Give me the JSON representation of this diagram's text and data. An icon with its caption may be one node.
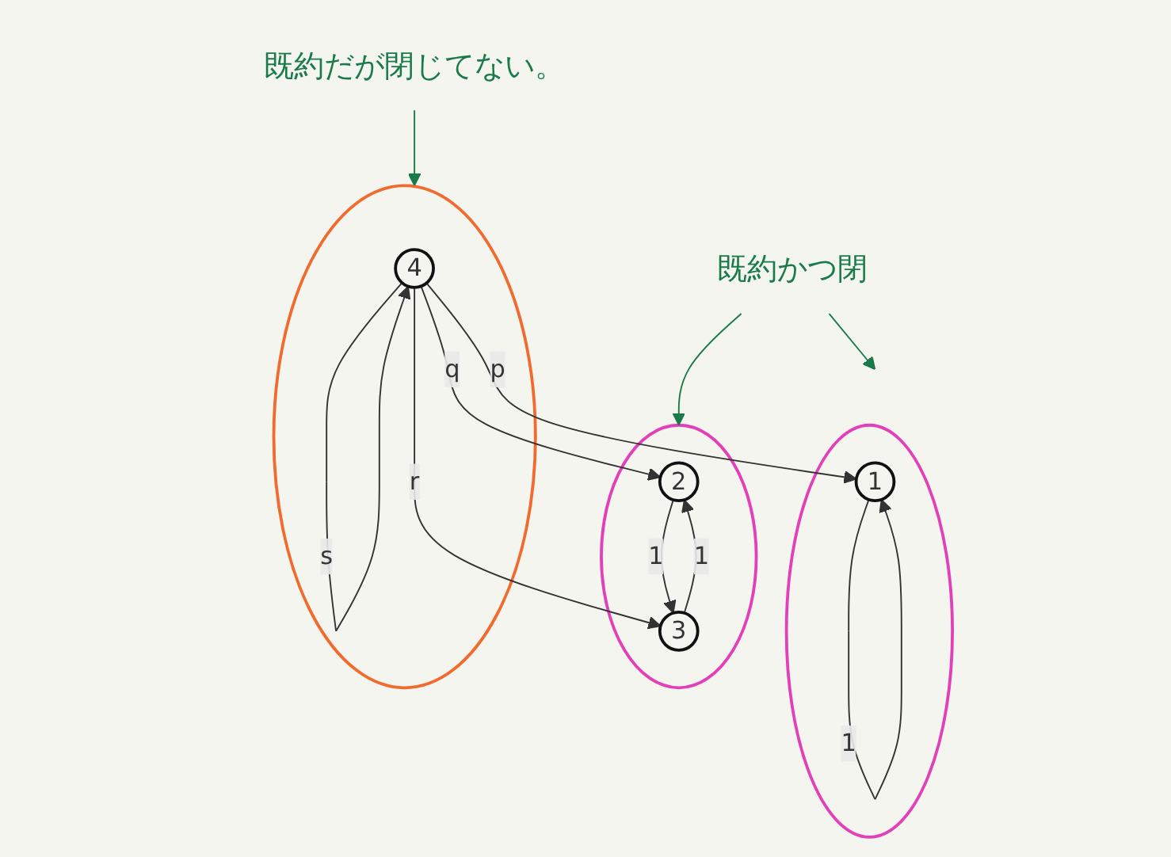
{
  "diagram": {
    "nodes": [
      {
        "text": [],
        "shape": "circle"
      },
      {
        "text": [
          "1"
        ],
        "in": 0
      },
      {
        "text": [],
        "shape": "circle"
      },
      {
        "text": [
          "2"
        ],
        "in": 2
      },
      {
        "text": [
          "3"
        ],
        "in": 2
      },
      {
        "text": [
          "既約かつ閉"
        ]
      },
      {
        "text": [],
        "shape": "circle"
      },
      {
        "text": [
          "4"
        ],
        "in": 6
      },
      {
        "text": [
          "既約だが閉じてない。"
        ]
      }
    ],
    "edges": [
      {
        "from": 1,
        "to": 1,
        "arrow": "to",
        "label": "1"
      },
      {
        "from": 3,
        "to": 4,
        "arrow": "to",
        "label": "1"
      },
      {
        "from": 4,
        "to": 3,
        "arrow": "to",
        "label": "1"
      },
      {
        "from": 7,
        "to": 1,
        "arrow": "to",
        "label": "p"
      },
      {
        "from": 7,
        "to": 3,
        "arrow": "to",
        "label": "q"
      },
      {
        "from": 7,
        "to": 4,
        "arrow": "to",
        "label": "r"
      },
      {
        "from": 7,
        "to": 7,
        "arrow": "to",
        "label": "s"
      },
      {
        "from": 5,
        "to": 2,
        "arrow": "to",
        "color": "#1a7a4a"
      },
      {
        "from": 5,
        "to": 0,
        "arrow": "to",
        "color": "#1a7a4a"
      },
      {
        "from": 8,
        "to": 6,
        "arrow": "to",
        "color": "#1a7a4a"
      }
    ]
  }
}
